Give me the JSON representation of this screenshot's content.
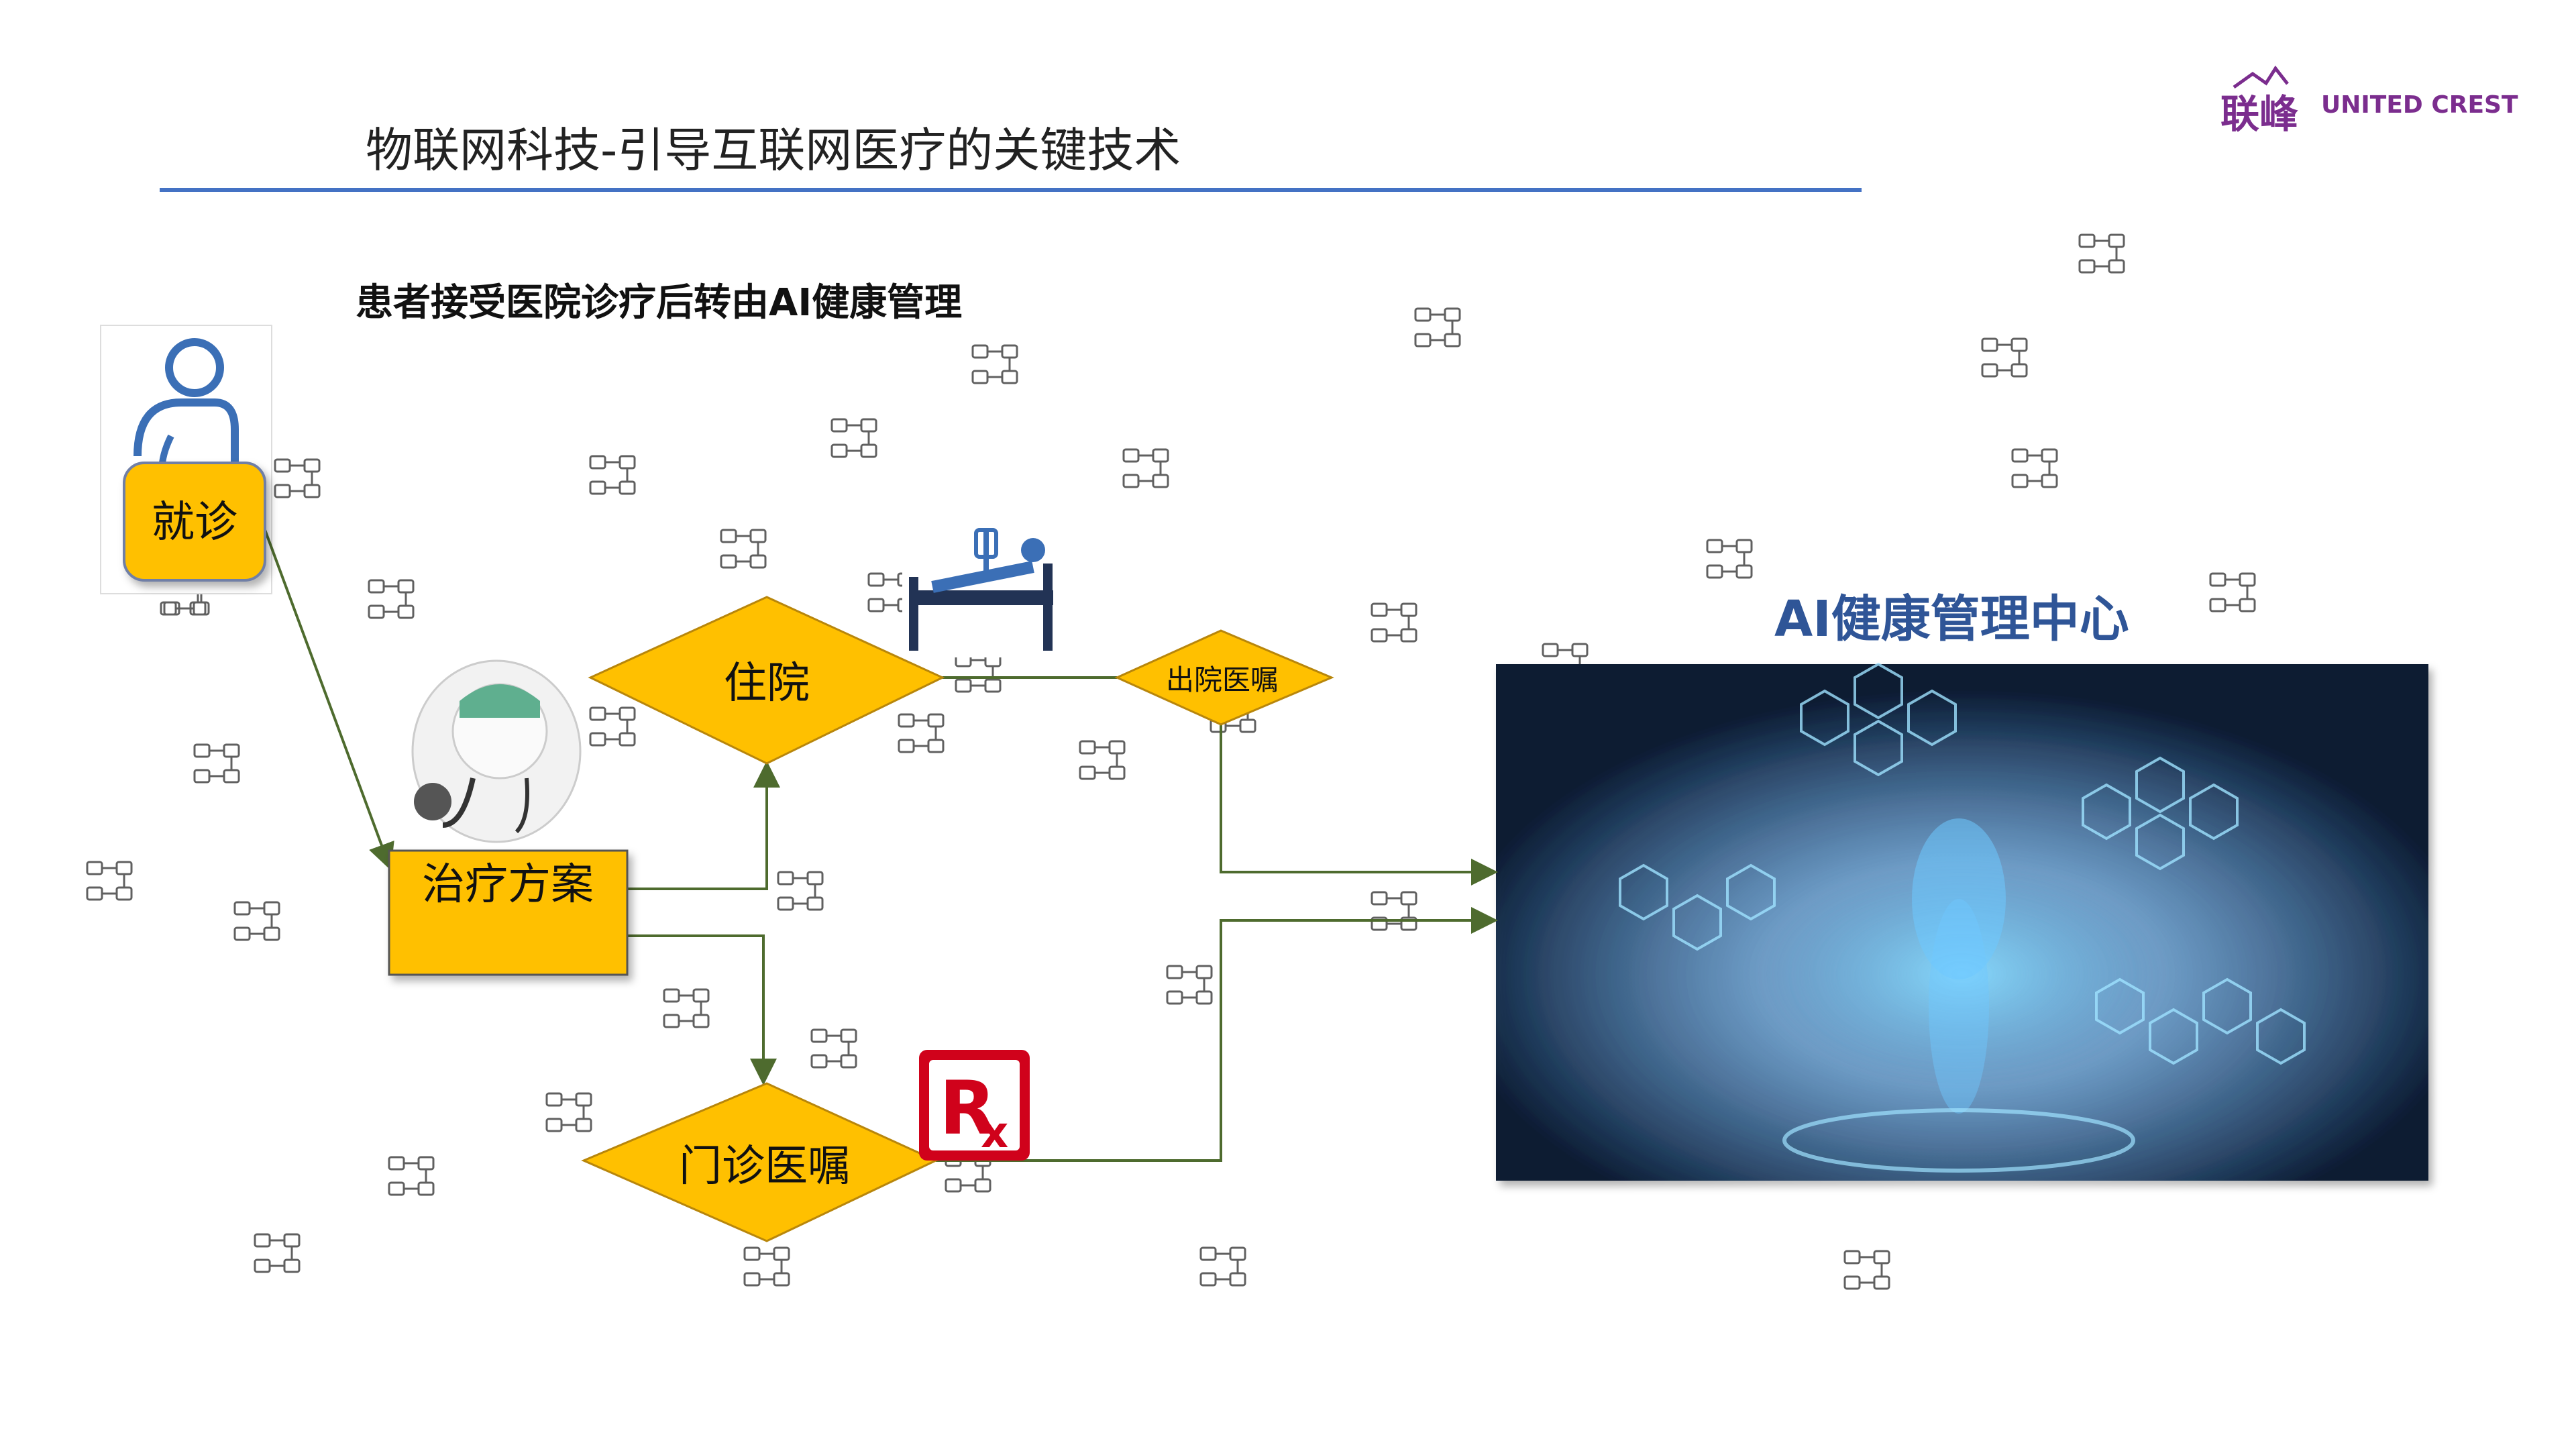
{
  "slide": {
    "title": "物联网科技-引导互联网医疗的关键技术",
    "subtitle": "患者接受医院诊疗后转由AI健康管理"
  },
  "logo": {
    "cn": "联峰",
    "en": "UNITED CREST"
  },
  "nodes": {
    "visit": "就诊",
    "treatment": "治疗方案",
    "hospitalize": "住院",
    "outpatient": "门诊医嘱",
    "discharge": "出院医嘱",
    "ai_center": "AI健康管理中心"
  },
  "colors": {
    "node_fill": "#FFC000",
    "node_border": "#B8860B",
    "arrow": "#4E6B2E",
    "rule": "#4472C4",
    "title_blue": "#2F5597",
    "logo_purple": "#7B2D8E",
    "rx_red": "#D0021B"
  }
}
